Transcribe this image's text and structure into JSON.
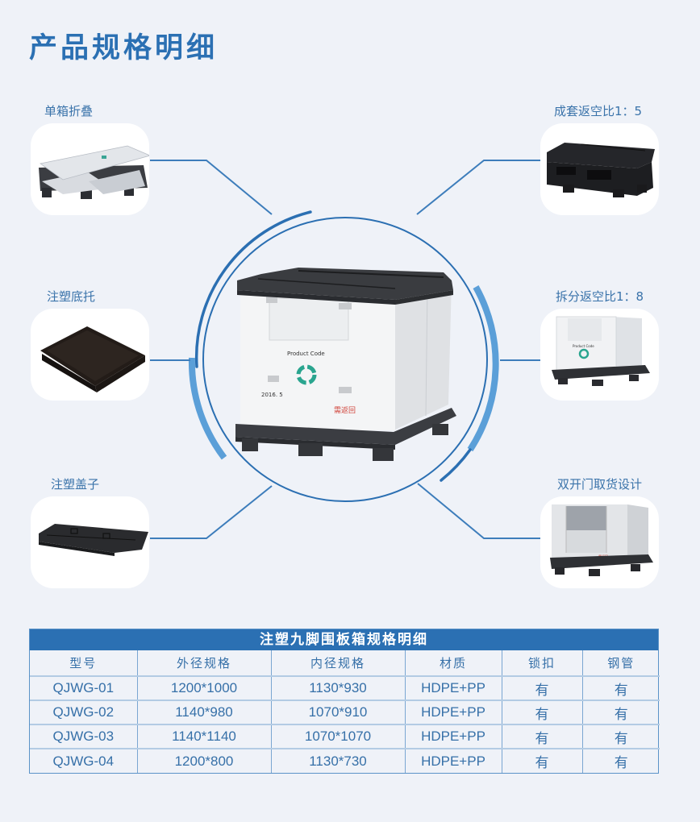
{
  "page": {
    "title": "产品规格明细",
    "background_color": "#eff2f8",
    "accent_color": "#2b70b3"
  },
  "features": [
    {
      "label": "单箱折叠",
      "image": "folded-single-box",
      "position": "top-left"
    },
    {
      "label": "注塑底托",
      "image": "injection-molded-base-pallet",
      "position": "middle-left"
    },
    {
      "label": "注塑盖子",
      "image": "injection-molded-lid",
      "position": "bottom-left"
    },
    {
      "label": "成套返空比1：5",
      "image": "stacked-folded-set",
      "position": "top-right"
    },
    {
      "label": "拆分返空比1：8",
      "image": "split-box-on-pallet",
      "position": "middle-right"
    },
    {
      "label": "双开门取货设计",
      "image": "double-door-box",
      "position": "bottom-right"
    }
  ],
  "center_product": {
    "image": "pallet-box-main",
    "print_product_code": "Product Code",
    "print_date": "2016. 5",
    "print_return": "需返回"
  },
  "spec_table": {
    "title": "注塑九脚围板箱规格明细",
    "columns": [
      "型号",
      "外径规格",
      "内径规格",
      "材质",
      "锁扣",
      "钢管"
    ],
    "rows": [
      [
        "QJWG-01",
        "1200*1000",
        "1130*930",
        "HDPE+PP",
        "有",
        "有"
      ],
      [
        "QJWG-02",
        "1140*980",
        "1070*910",
        "HDPE+PP",
        "有",
        "有"
      ],
      [
        "QJWG-03",
        "1140*1140",
        "1070*1070",
        "HDPE+PP",
        "有",
        "有"
      ],
      [
        "QJWG-04",
        "1200*800",
        "1130*730",
        "HDPE+PP",
        "有",
        "有"
      ]
    ]
  }
}
